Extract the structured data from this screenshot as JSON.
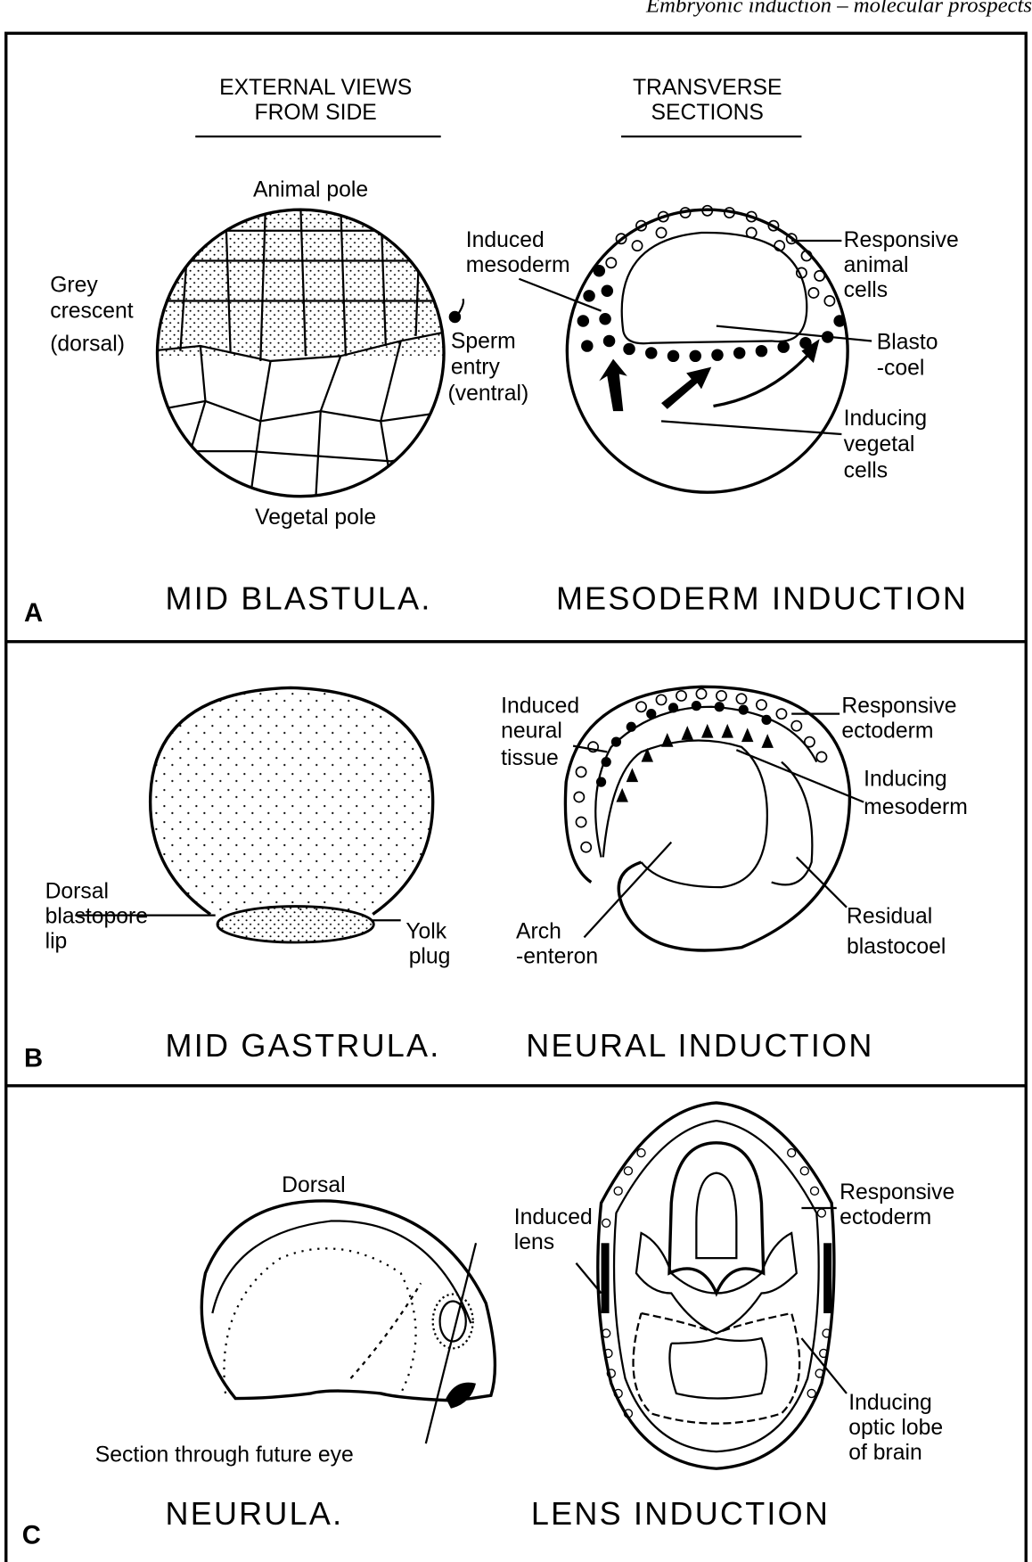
{
  "running_header": "Embryonic induction – molecular prospects",
  "column_headings": {
    "left": [
      "EXTERNAL VIEWS",
      "FROM SIDE"
    ],
    "right": [
      "TRANSVERSE",
      "SECTIONS"
    ]
  },
  "panels": [
    {
      "letter": "A",
      "left_stage": "MID BLASTULA.",
      "right_stage": "MESODERM INDUCTION",
      "left_labels": {
        "animal_pole": "Animal pole",
        "grey_crescent": [
          "Grey",
          "crescent",
          "(dorsal)"
        ],
        "sperm_entry": [
          "Sperm",
          "entry",
          "(ventral)"
        ],
        "vegetal_pole": "Vegetal pole"
      },
      "right_labels": {
        "induced_mesoderm": [
          "Induced",
          "mesoderm"
        ],
        "responsive_animal_cells": [
          "Responsive",
          "animal",
          "cells"
        ],
        "blastocoel": [
          "Blasto",
          "-coel"
        ],
        "inducing_vegetal_cells": [
          "Inducing",
          "vegetal",
          "cells"
        ]
      }
    },
    {
      "letter": "B",
      "left_stage": "MID GASTRULA.",
      "right_stage": "NEURAL INDUCTION",
      "left_labels": {
        "dorsal_blastopore_lip": [
          "Dorsal",
          "blastopore",
          "lip"
        ],
        "yolk_plug": [
          "Yolk",
          "plug"
        ]
      },
      "right_labels": {
        "induced_neural_tissue": [
          "Induced",
          "neural",
          "tissue"
        ],
        "responsive_ectoderm": [
          "Responsive",
          "ectoderm"
        ],
        "inducing_mesoderm": [
          "Inducing",
          "mesoderm"
        ],
        "archenteron": [
          "Arch",
          "-enteron"
        ],
        "residual_blastocoel": [
          "Residual",
          "blastocoel"
        ]
      }
    },
    {
      "letter": "C",
      "left_stage": "NEURULA.",
      "right_stage": "LENS INDUCTION",
      "left_labels": {
        "dorsal": "Dorsal",
        "section": "Section through future eye"
      },
      "right_labels": {
        "induced_lens": [
          "Induced",
          "lens"
        ],
        "responsive_ectoderm": [
          "Responsive",
          "ectoderm"
        ],
        "inducing_optic_lobe": [
          "Inducing",
          "optic lobe",
          "of brain"
        ]
      }
    }
  ]
}
